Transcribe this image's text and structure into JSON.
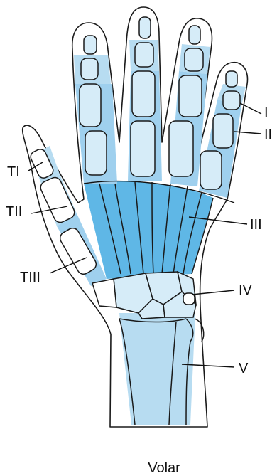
{
  "labels": {
    "I": "I",
    "II": "II",
    "III": "III",
    "IV": "IV",
    "V": "V",
    "TI": "TI",
    "TII": "TII",
    "TIII": "TIII"
  },
  "caption": "Volar",
  "colors": {
    "zone_light": "#b7dcf1",
    "zone_mid": "#9fd0ee",
    "zone_dark": "#5fb7e6",
    "outline": "#1a1a1a"
  }
}
